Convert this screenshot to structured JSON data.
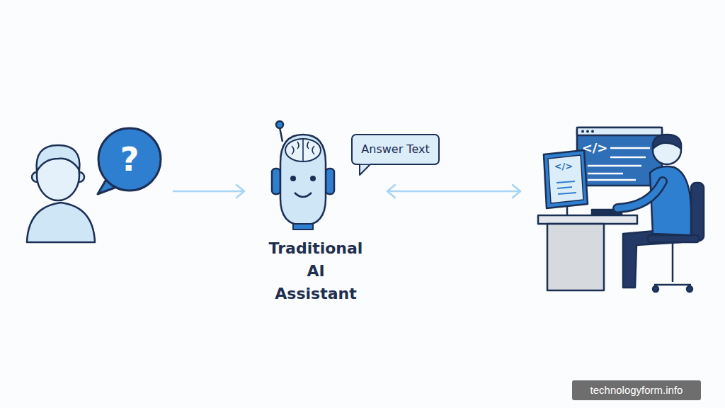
{
  "diagram": {
    "nodes": [
      {
        "text": [
          "?"
        ]
      },
      {
        "text": [
          "Traditional AI Assistant"
        ]
      },
      {
        "text": [
          "Answer Text"
        ]
      },
      {
        "text": [
          "</>",
          "</>"
        ]
      }
    ],
    "edges": [
      {
        "from": 0,
        "to": 1,
        "arrow": "to"
      },
      {
        "from": 1,
        "to": 3,
        "arrow": "both"
      }
    ],
    "labels": [
      "technologyform.info"
    ]
  }
}
